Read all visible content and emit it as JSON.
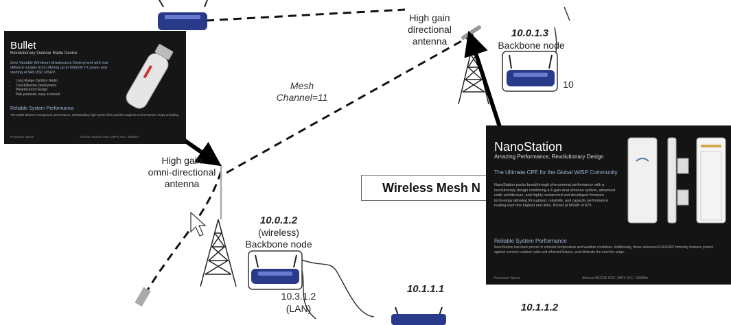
{
  "diagram": {
    "labels": {
      "top_antenna": "High gain\ndirectional\nantenna",
      "top_node_ip": "10.0.1.3",
      "top_node_role": "Backbone node",
      "top_node_partial": "10",
      "mesh": "Mesh\nChannel=11",
      "left_antenna": "High gain\nomni-directional\nantenna",
      "mid_node_ip": "10.0.1.2",
      "mid_node_type": "(wireless)",
      "mid_node_role": "Backbone node",
      "lan_ip": "10.3.1.2",
      "lan_type": "(LAN)",
      "bottom_ip_1": "10.1.1.1",
      "bottom_ip_2": "10.1.1.2",
      "title_box": "Wireless Mesh N"
    },
    "colors": {
      "router_body": "#2a3a8a",
      "router_face": "#ffffff",
      "line": "#111111",
      "tower": "#222222"
    }
  },
  "bullet_card": {
    "title": "Bullet",
    "subtitle": "Revolutionary Outdoor Radio Device",
    "intro": "Zero-Variable Wireless Infrastructure Deployment with four different models from offering up to 600mW TX power and starting at $49 USD MSRP.",
    "features": [
      "Long Range Outdoor Radio",
      "Cost-Effective Deployment",
      "Weatherproof design",
      "PoE powered, easy to mount"
    ],
    "section_title": "Reliable System Performance",
    "section_text": "The Bullet delivers exceptional performance, withstanding high-power links and the toughest environments, ready to deploy.",
    "footer_left": "Processor Specs",
    "footer_right": "Atheros AR2315 SOC, MIPS 4KC, 180MHz"
  },
  "nano_card": {
    "title": "NanoStation",
    "subtitle": "Amazing Performance, Revolutionary Design",
    "heading": "The Ultimate CPE for the Global WISP Community",
    "body": "NanoStation packs breakthrough phenomenal performance with a revolutionary design combining a 4-gain dual antenna system, advanced radio architecture, and highly researched and developed firmware technology allowing throughput, reliability, and capacity performance rivaling even the highest end links. Priced at MSRP of $79.",
    "section_title": "Reliable System Performance",
    "section_text": "NanoStation has been proven in extreme temperature and weather conditions. Additionally, these advanced ESD/EMP immunity features protect against common outdoor radio and ethernet failures, and eliminate the need for surge.",
    "footer_left": "Processor Specs",
    "footer_right": "Atheros AR2315 SOC, MIPS 4KC, 180MHz"
  }
}
